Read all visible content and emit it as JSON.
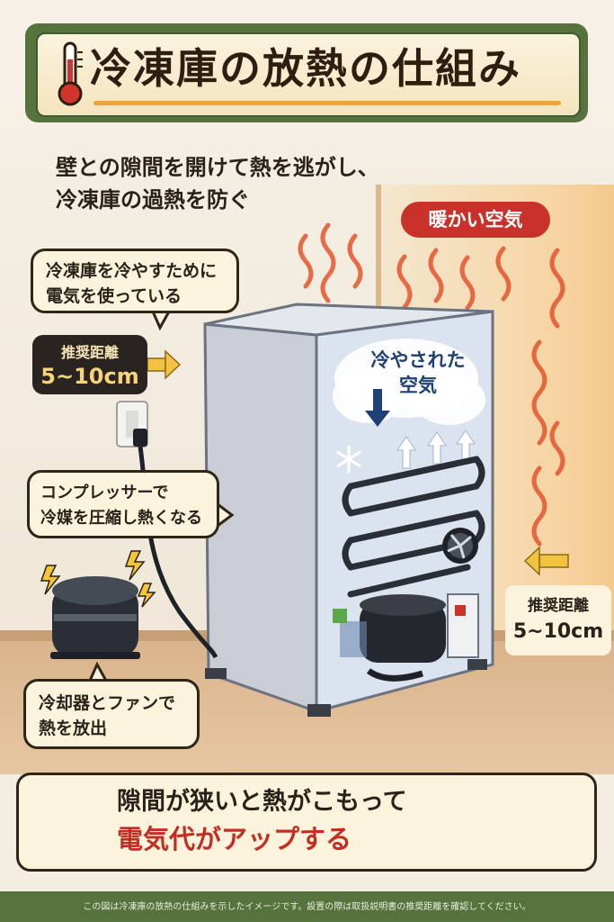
{
  "title": "冷凍庫の放熱の仕組み",
  "subtitle": {
    "line1": "壁との隙間を開けて熱を逃がし、",
    "line2": "冷凍庫の過熱を防ぐ"
  },
  "labels": {
    "warm_air": "暖かい空気",
    "cold_air_line1": "冷やされた",
    "cold_air_line2": "空気"
  },
  "callouts": {
    "electricity": [
      "冷凍庫を冷やすために",
      "電気を使っている"
    ],
    "compressor": [
      "コンプレッサーで",
      "冷媒を圧縮し熱くなる"
    ],
    "condenser": [
      "冷却器とファンで",
      "熱を放出"
    ]
  },
  "distance_left": {
    "label": "推奨距離",
    "value": "5~10cm"
  },
  "distance_right": {
    "label": "推奨距離",
    "value": "5~10cm"
  },
  "warning": {
    "line1": "隙間が狭いと熱がこもって",
    "line2": "電気代がアップする"
  },
  "footer": "この図は冷凍庫の放熱の仕組みを示したイメージです。設置の際は取扱説明書の推奨距離を確認してください。",
  "colors": {
    "banner_green": "#56733e",
    "warm_red": "#c8322a",
    "accent_orange": "#e9a43b",
    "cold_blue": "#1f3f77"
  },
  "icons": [
    "thermometer-icon",
    "warning-icon",
    "snowflake-icon",
    "fan-icon",
    "lightning-icon",
    "heat-wave-icon",
    "arrow-right-icon",
    "arrow-left-icon",
    "arrow-down-icon",
    "arrow-up-icon",
    "outlet-icon"
  ]
}
